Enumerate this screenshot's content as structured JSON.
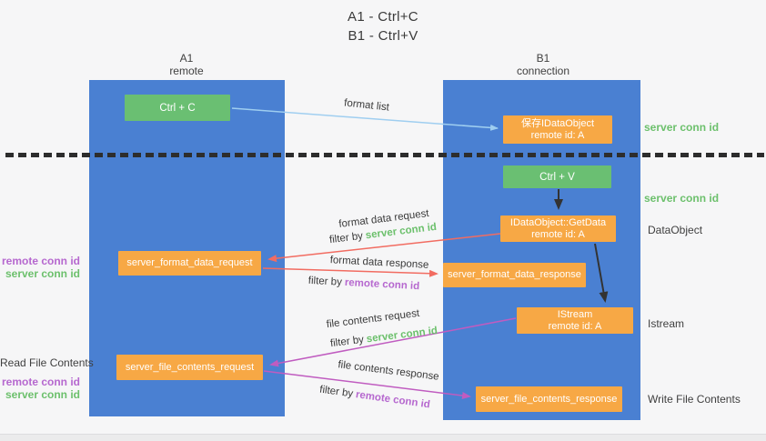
{
  "title": {
    "line1": "A1 - Ctrl+C",
    "line2": "B1 - Ctrl+V"
  },
  "lanes": {
    "left": {
      "id": "A1",
      "role": "remote"
    },
    "right": {
      "id": "B1",
      "role": "connection"
    }
  },
  "boxes": {
    "ctrl_c": {
      "label": "Ctrl + C"
    },
    "ctrl_v": {
      "label": "Ctrl + V"
    },
    "save_dataobject": {
      "line1": "保存IDataObject",
      "line2": "remote id: A"
    },
    "getdata": {
      "line1": "IDataObject::GetData",
      "line2": "remote id: A"
    },
    "istream": {
      "line1": "IStream",
      "line2": "remote id: A"
    },
    "server_format_data_request": {
      "label": "server_format_data_request"
    },
    "server_format_data_response": {
      "label": "server_format_data_response"
    },
    "server_file_contents_request": {
      "label": "server_file_contents_request"
    },
    "server_file_contents_response": {
      "label": "server_file_contents_response"
    }
  },
  "flow_labels": {
    "format_list": "format list",
    "format_data_request": "format data request",
    "format_data_response": "format data response",
    "file_contents_request": "file contents request",
    "file_contents_response": "file contents response",
    "filter_by": "filter by",
    "server_conn_id": "server conn id",
    "remote_conn_id": "remote conn id"
  },
  "annotations": {
    "right": {
      "server_conn_id_1": "server conn id",
      "server_conn_id_2": "server conn id",
      "dataobject": "DataObject",
      "istream": "Istream",
      "write_file_contents": "Write File Contents"
    },
    "left": {
      "remote_conn_id_1": "remote conn id",
      "server_conn_id_1": "server conn id",
      "read_file_contents": "Read File Contents",
      "remote_conn_id_2": "remote conn id",
      "server_conn_id_2": "server conn id"
    }
  },
  "colors": {
    "lane_blue": "#4a80d2",
    "box_green": "#6abf72",
    "box_orange": "#f7a845",
    "arrow_red": "#f26c61",
    "arrow_magenta": "#c05cc0",
    "arrow_light_blue": "#9fcef0",
    "arrow_black": "#333333",
    "text_green": "#6cc06c",
    "text_purple": "#b668cf"
  }
}
